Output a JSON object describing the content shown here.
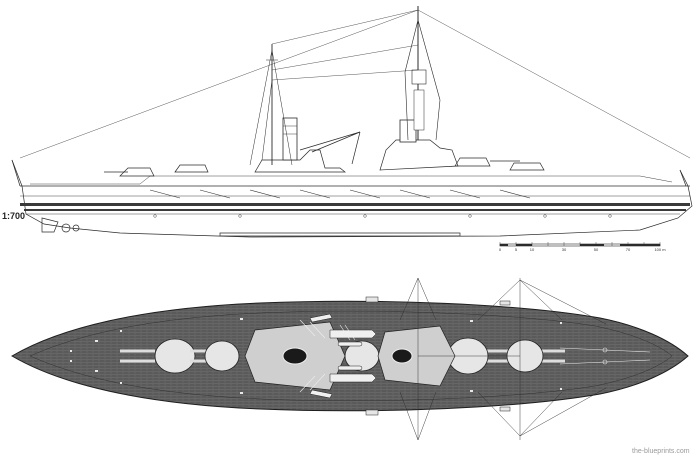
{
  "drawing": {
    "scale_label": "1:700",
    "scale_bar": {
      "ticks": [
        "0",
        "5",
        "10",
        "",
        "30",
        "",
        "50",
        "",
        "70",
        "",
        "100 m"
      ]
    },
    "watermark": "the-blueprints.com",
    "colors": {
      "deck": "#5a5a5a",
      "line": "#2b2b2b",
      "paper": "#ffffff",
      "turret": "#e6e6e6"
    },
    "views": [
      "side-elevation",
      "top-plan"
    ]
  }
}
